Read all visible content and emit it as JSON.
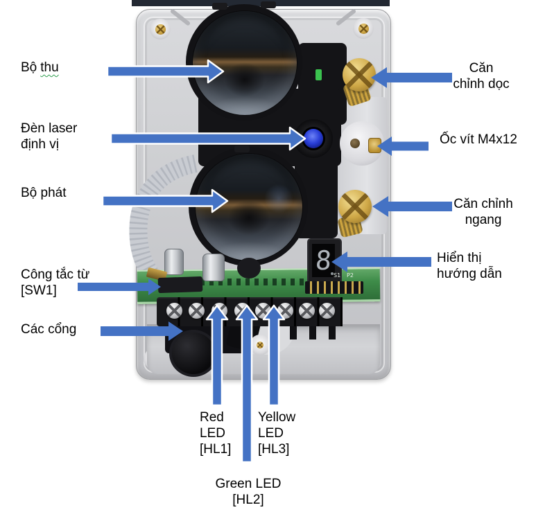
{
  "colors": {
    "arrow_blue": "#4472C4",
    "enclosure_gray": "#cdced1",
    "pcb_green": "#3e8c49",
    "brass": "#cfa847",
    "laser_lens_blue": "#2a3fd8",
    "squiggle_green": "#2e9e4f"
  },
  "labels": {
    "bo_thu": {
      "prefix": "Bộ",
      "underlined": "thu"
    },
    "laser": {
      "lines": [
        "Đèn laser",
        "định vị"
      ]
    },
    "bo_phat": {
      "text": "Bộ phát"
    },
    "sw1": {
      "lines": [
        "Công tắc từ",
        "[SW1]"
      ]
    },
    "cac_cong": {
      "text": "Các cổng"
    },
    "can_chinh_doc": {
      "lines": [
        "Căn",
        "chỉnh dọc"
      ]
    },
    "oc_vit": {
      "text": "Ốc vít M4x12"
    },
    "can_chinh_ngang": {
      "lines": [
        "Căn chỉnh",
        "ngang"
      ]
    },
    "hien_thi": {
      "lines": [
        "Hiển thị",
        "hướng dẫn"
      ]
    },
    "red_led": {
      "lines": [
        "Red",
        "LED",
        "[HL1]"
      ]
    },
    "yellow_led": {
      "lines": [
        "Yellow",
        "LED",
        "[HL3]"
      ]
    },
    "green_led": {
      "lines": [
        "Green LED",
        "[HL2]"
      ]
    }
  },
  "device": {
    "display_digit": "8",
    "pcb_silkscreen": [
      "S1",
      "P2"
    ]
  }
}
